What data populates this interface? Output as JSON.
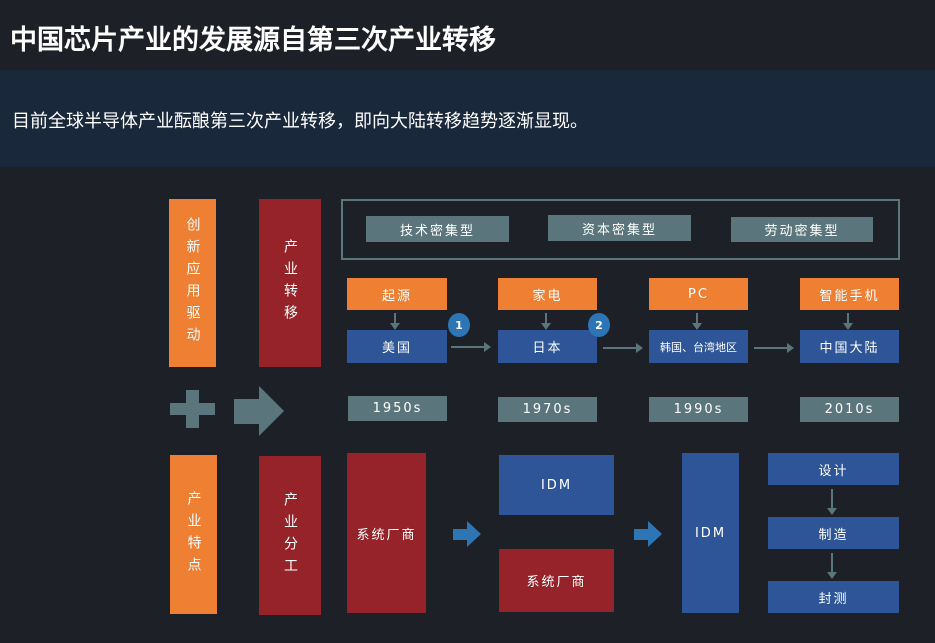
{
  "title": "中国芯片产业的发展源自第三次产业转移",
  "subtitle": "目前全球半导体产业酝酿第三次产业转移，即向大陆转移趋势逐渐显现。",
  "left": {
    "driver": "创新应用驱动",
    "transfer": "产业转移",
    "feature": "产业特点",
    "division": "产业分工"
  },
  "types": [
    "技术密集型",
    "资本密集型",
    "劳动密集型"
  ],
  "drivers": [
    "起源",
    "家电",
    "PC",
    "智能手机"
  ],
  "regions": [
    "美国",
    "日本",
    "韩国、台湾地区",
    "中国大陆"
  ],
  "steps": [
    "1",
    "2"
  ],
  "years": [
    "1950s",
    "1970s",
    "1990s",
    "2010s"
  ],
  "division": {
    "system1": "系统厂商",
    "idm1": "IDM",
    "system2": "系统厂商",
    "idm2": "IDM",
    "design": "设计",
    "manufacture": "制造",
    "test": "封测"
  }
}
